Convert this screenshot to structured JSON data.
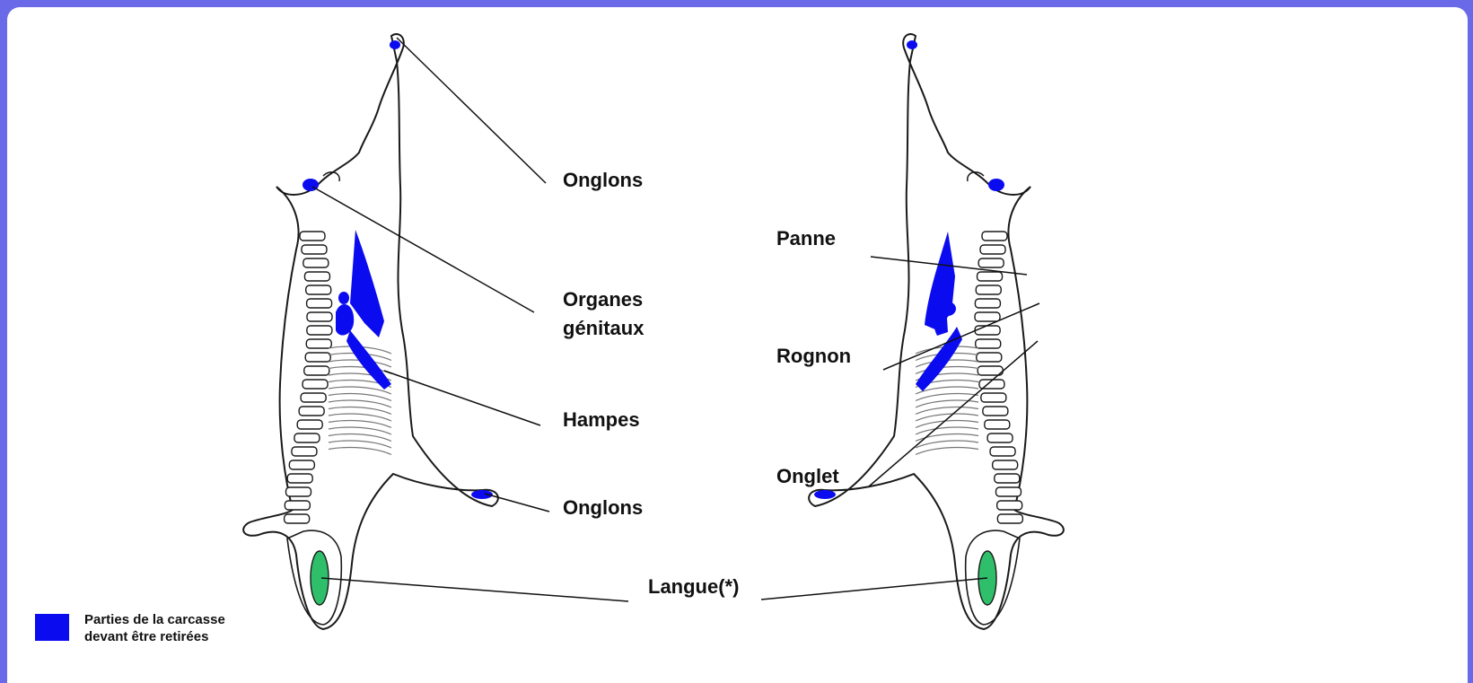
{
  "colors": {
    "frame": "#6a6ae8",
    "removed_part": "#0b0bf0",
    "tongue": "#2fbf6a",
    "outline": "#1a1a1a"
  },
  "labels": {
    "onglons_top": "Onglons",
    "organes_line1": "Organes",
    "organes_line2": "génitaux",
    "hampes": "Hampes",
    "onglons_bottom": "Onglons",
    "panne": "Panne",
    "rognon": "Rognon",
    "onglet": "Onglet",
    "langue": "Langue(*)"
  },
  "legend": {
    "line1": "Parties de la carcasse",
    "line2": "devant être retirées"
  }
}
